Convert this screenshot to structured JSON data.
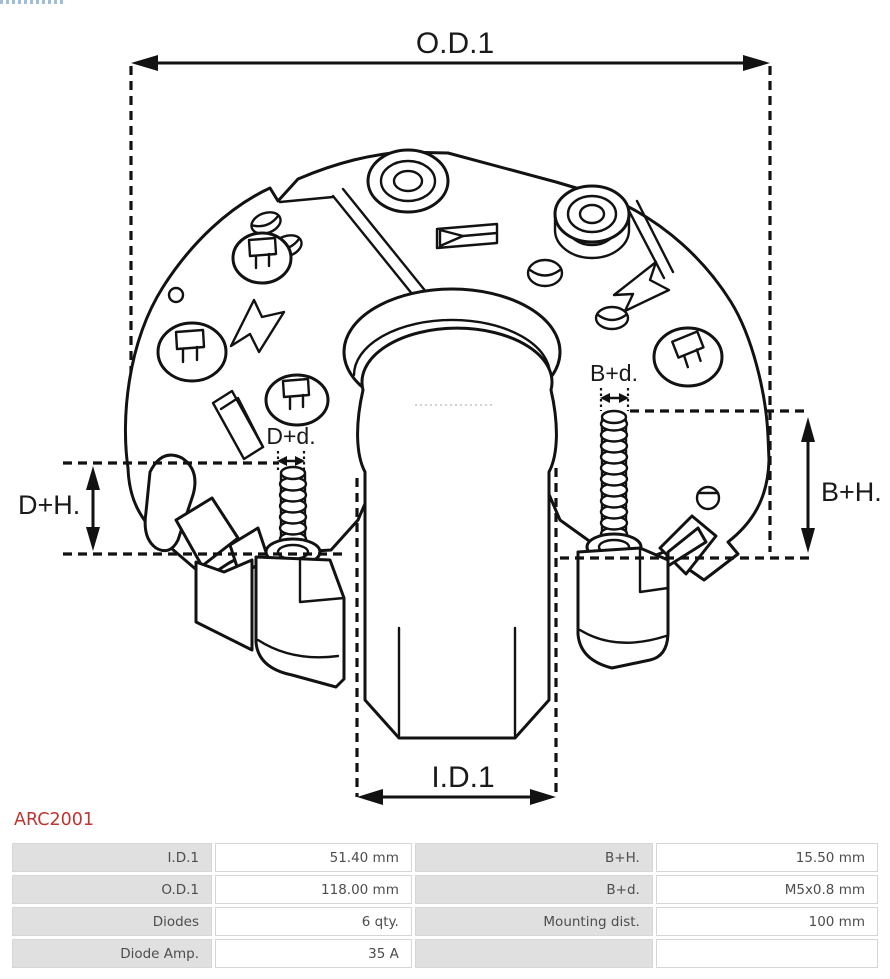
{
  "icons": {
    "logo": "as-logo-strip-cropped"
  },
  "diagram": {
    "dimension_labels": {
      "od1": "O.D.1",
      "id1": "I.D.1",
      "d_plus_h": "D+H.",
      "b_plus_h": "B+H.",
      "b_plus_d": "B+d.",
      "d_plus_d": "D+d."
    },
    "line_color": "#121212",
    "subject": "alternator-rectifier-bridge-drawing"
  },
  "part": {
    "number": "ARC2001",
    "number_color": "#bf3430"
  },
  "specs_table": {
    "rows": [
      {
        "c1": "I.D.1",
        "c2": "51.40 mm",
        "c3": "B+H.",
        "c4": "15.50 mm"
      },
      {
        "c1": "O.D.1",
        "c2": "118.00 mm",
        "c3": "B+d.",
        "c4": "M5x0.8 mm"
      },
      {
        "c1": "Diodes",
        "c2": "6 qty.",
        "c3": "Mounting dist.",
        "c4": "100 mm"
      },
      {
        "c1": "Diode Amp.",
        "c2": "35 A",
        "c3": "",
        "c4": ""
      }
    ]
  }
}
